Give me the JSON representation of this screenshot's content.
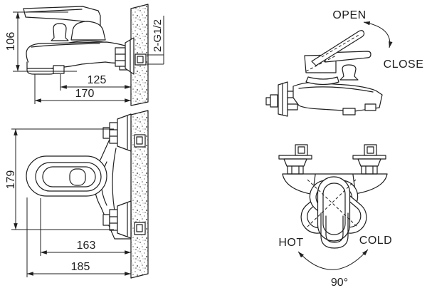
{
  "diagram": {
    "side_view": {
      "height_dim": "106",
      "spout_to_wall_dim": "125",
      "total_depth_dim": "170",
      "thread_label": "2-G1/2"
    },
    "operation_view": {
      "open_label": "OPEN",
      "close_label": "CLOSE"
    },
    "plan_view": {
      "span_dim": "179",
      "body_to_wall_dim": "163",
      "total_width_dim": "185"
    },
    "rotation_view": {
      "hot_label": "HOT",
      "cold_label": "COLD",
      "angle_label": "90°"
    }
  },
  "colors": {
    "line": "#1f1f1f",
    "wall_speckle": "#606060",
    "background": "#ffffff"
  }
}
